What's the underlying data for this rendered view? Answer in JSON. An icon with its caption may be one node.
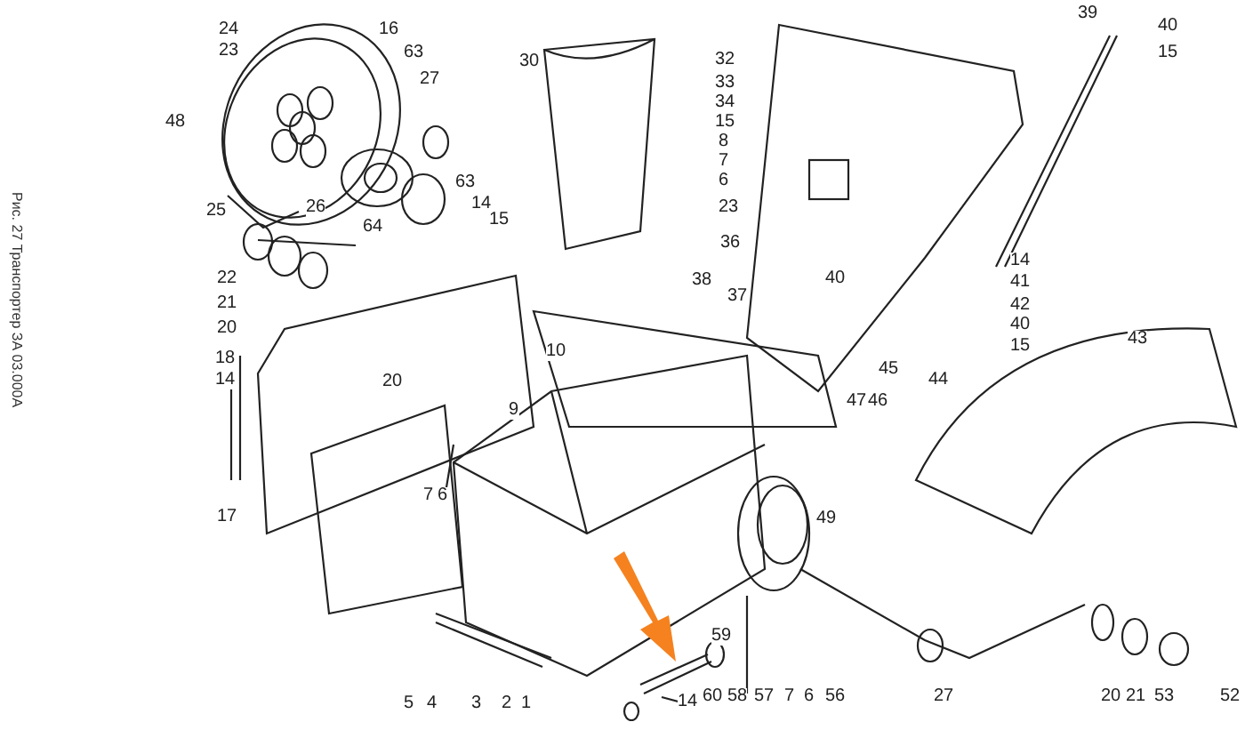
{
  "diagram": {
    "caption": "Рис. 27 Транспортер ЗА 03.000А",
    "labels": [
      "24",
      "23",
      "16",
      "63",
      "27",
      "30",
      "48",
      "25",
      "26",
      "64",
      "63",
      "14",
      "15",
      "22",
      "21",
      "20",
      "32",
      "33",
      "34",
      "15",
      "8",
      "7",
      "6",
      "23",
      "36",
      "38",
      "37",
      "40",
      "39",
      "40",
      "15",
      "14",
      "41",
      "42",
      "40",
      "15",
      "43",
      "45",
      "44",
      "47",
      "46",
      "10",
      "18",
      "14",
      "20",
      "9",
      "7",
      "6",
      "17",
      "49",
      "59",
      "5",
      "4",
      "3",
      "2",
      "1",
      "14",
      "60",
      "58",
      "57",
      "7",
      "6",
      "56",
      "27",
      "20",
      "21",
      "53",
      "52"
    ]
  }
}
